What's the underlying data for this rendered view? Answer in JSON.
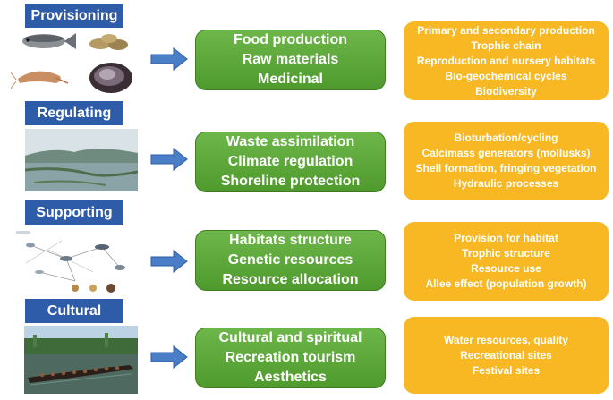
{
  "sections": [
    {
      "category": "Provisioning",
      "services": [
        "Food production",
        "Raw materials",
        "Medicinal"
      ],
      "processes": [
        "Primary and secondary production",
        "Trophic chain",
        "Reproduction and nursery habitats",
        "Bio-geochemical cycles",
        "Biodiversity"
      ]
    },
    {
      "category": "Regulating",
      "services": [
        "Waste assimilation",
        "Climate regulation",
        "Shoreline protection"
      ],
      "processes": [
        "Bioturbation/cycling",
        "Calcimass generators (mollusks)",
        "Shell formation, fringing vegetation",
        "Hydraulic processes"
      ]
    },
    {
      "category": "Supporting",
      "services": [
        "Habitats structure",
        "Genetic resources",
        "Resource allocation"
      ],
      "processes": [
        "Provision for habitat",
        "Trophic structure",
        "Resource use",
        "Allee effect (population growth)"
      ]
    },
    {
      "category": "Cultural",
      "services": [
        "Cultural and spiritual",
        "Recreation tourism",
        "Aesthetics"
      ],
      "processes": [
        "Water resources, quality",
        "Recreational sites",
        "Festival sites"
      ]
    }
  ],
  "colors": {
    "category_bg": "#2f5ca8",
    "service_box": "#5aa838",
    "process_box": "#f7b824",
    "arrow": "#4a7fc7"
  },
  "icons": {
    "provisioning": [
      "fish-icon",
      "sediment-icon",
      "shrimp-icon",
      "mussel-icon"
    ],
    "regulating": "lake-landscape-icon",
    "supporting": "food-web-diagram-icon",
    "cultural": "boat-race-icon"
  }
}
